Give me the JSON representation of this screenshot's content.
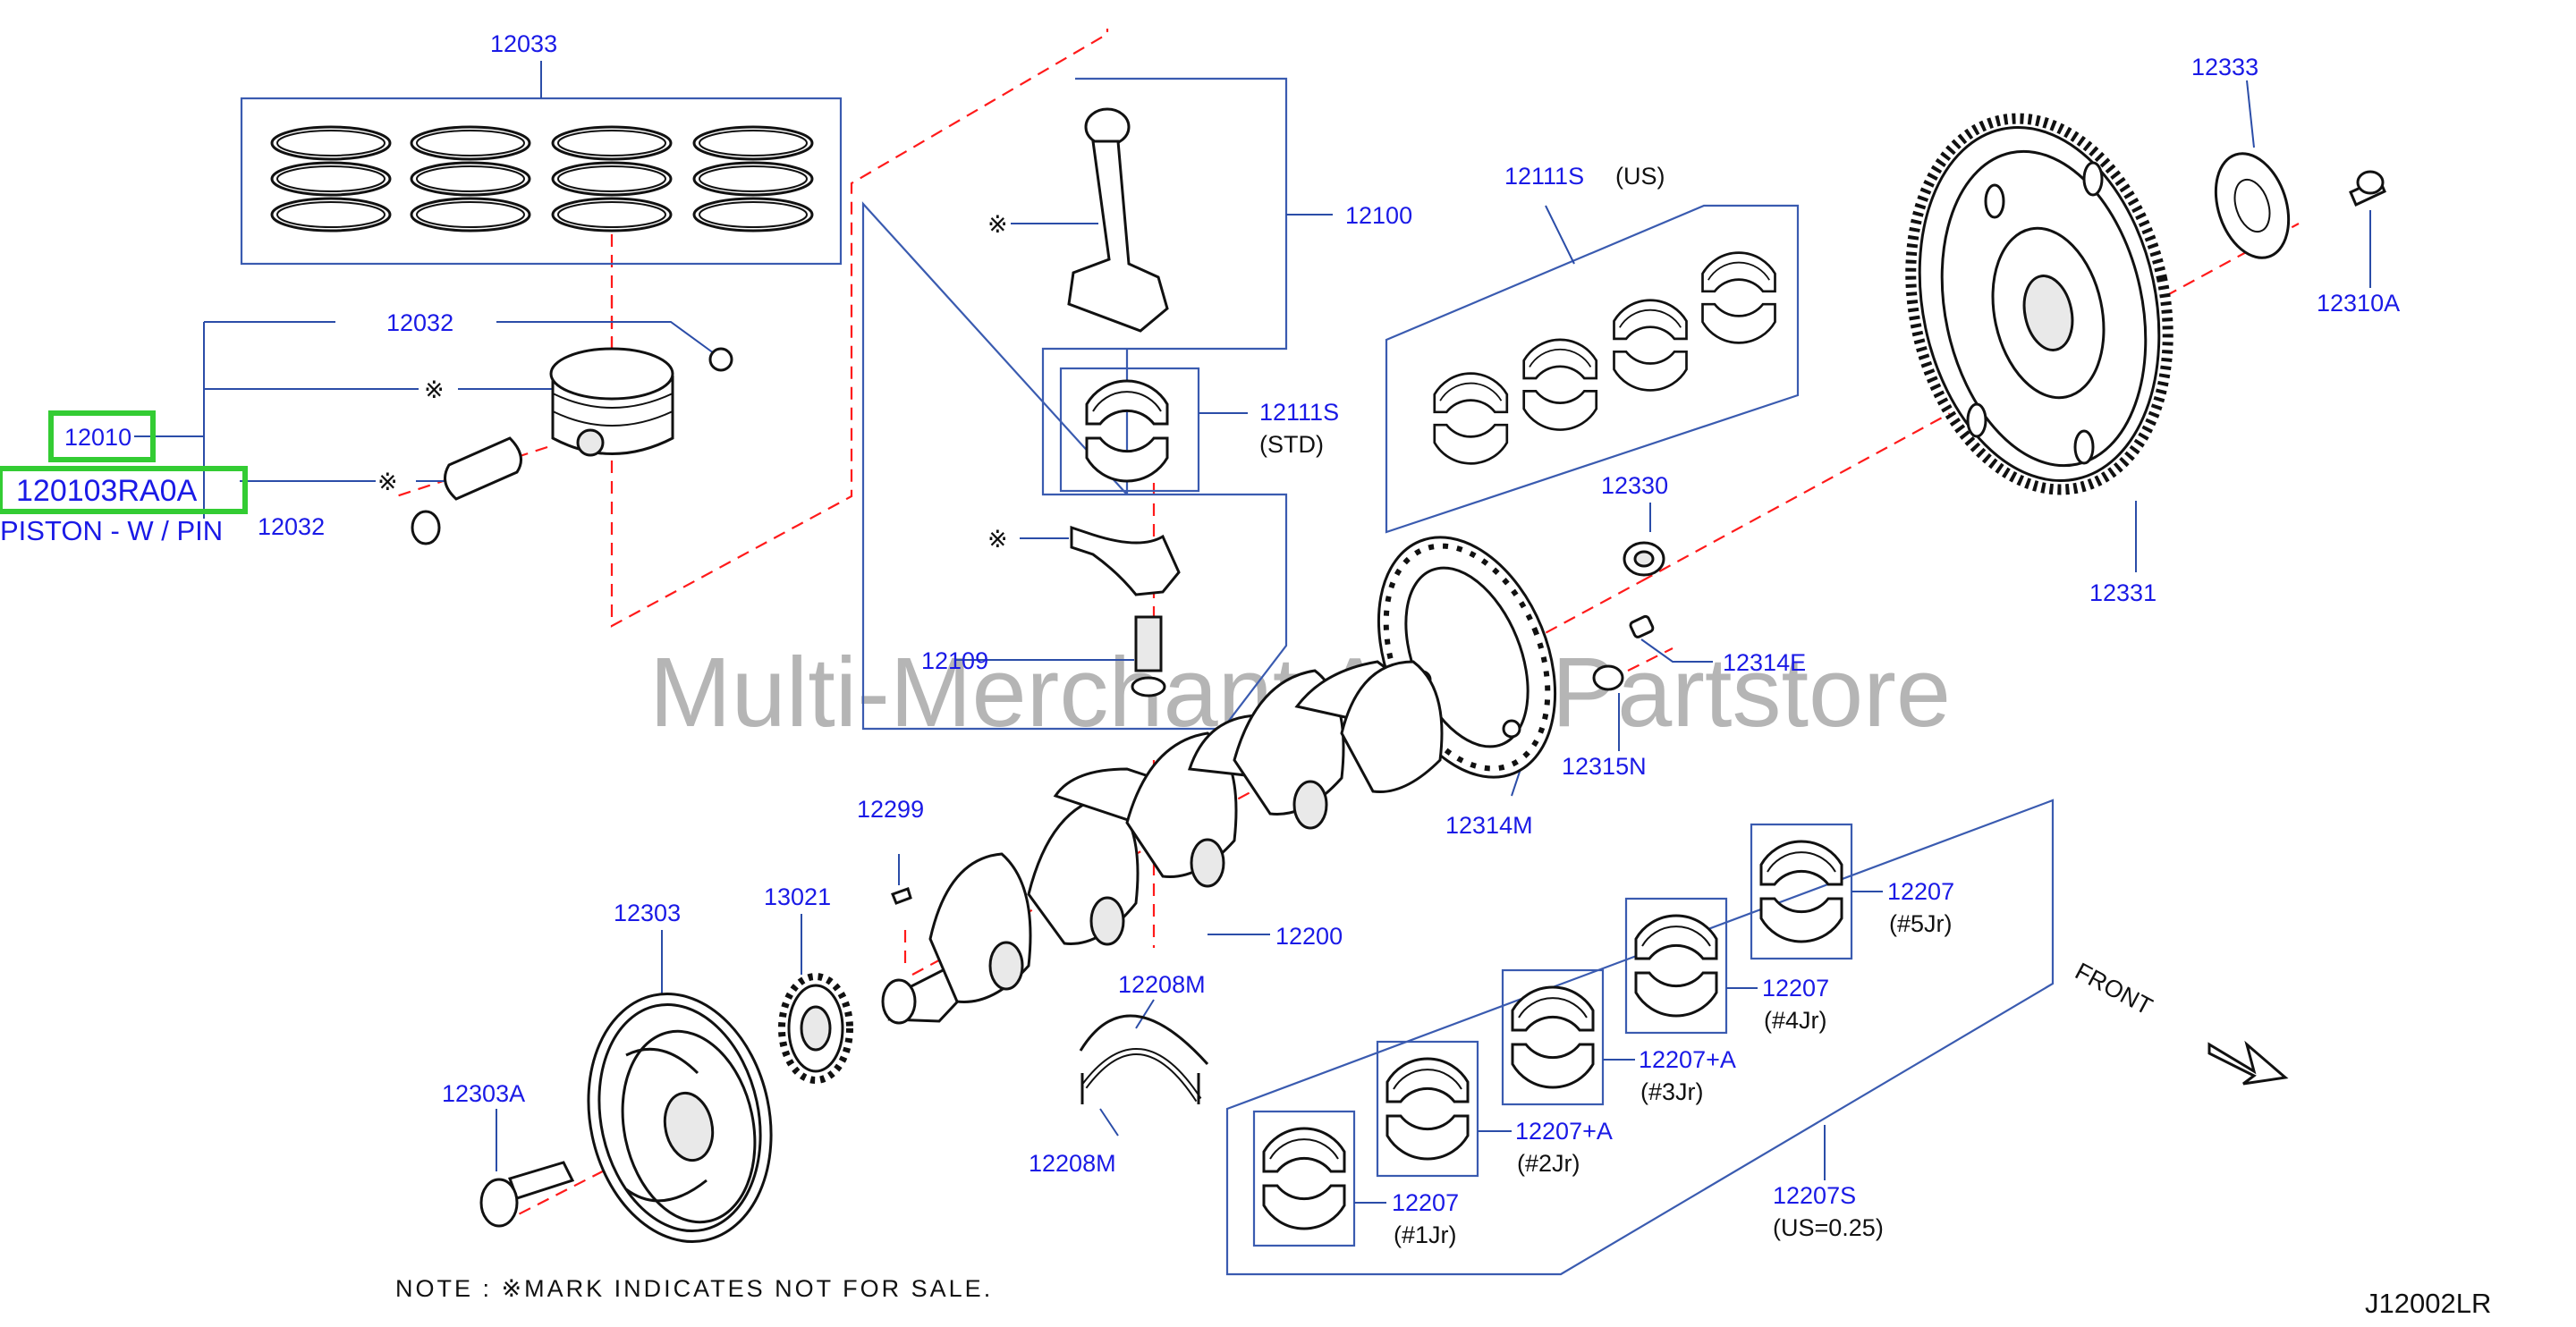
{
  "callouts": {
    "c12033": "12033",
    "c12032a": "12032",
    "c12010": "12010",
    "c120103RA0A": "120103RA0A",
    "piston_desc": "PISTON - W / PIN",
    "c12032b": "12032",
    "c12100": "12100",
    "c12111S_std": "12111S",
    "std_text": "(STD)",
    "c12109": "12109",
    "c12111S_us": "12111S",
    "us_text": "(US)",
    "c12330": "12330",
    "c12314E": "12314E",
    "c12315N": "12315N",
    "c12314M": "12314M",
    "c12333": "12333",
    "c12310A": "12310A",
    "c12331": "12331",
    "c12299": "12299",
    "c12303": "12303",
    "c13021": "13021",
    "c12200": "12200",
    "c12208M_top": "12208M",
    "c12208M_bot": "12208M",
    "c12303A": "12303A",
    "c12207_5": "12207",
    "j5": "(#5Jr)",
    "c12207_4": "12207",
    "j4": "(#4Jr)",
    "c12207A_3": "12207+A",
    "j3": "(#3Jr)",
    "c12207A_2": "12207+A",
    "j2": "(#2Jr)",
    "c12207_1": "12207",
    "j1": "(#1Jr)",
    "c12207S": "12207S",
    "us025": "(US=0.25)"
  },
  "marks": {
    "m1": "※",
    "m2": "※",
    "m3": "※",
    "m4": "※"
  },
  "note": "NOTE : ※MARK INDICATES NOT FOR SALE.",
  "front": "FRONT",
  "diagram_code": "J12002LR",
  "watermark": "Multi-Merchant Auto Partstore",
  "colors": {
    "callout_text": "#1a1ae6",
    "frame_line": "#3a5bb0",
    "center_line": "#ff1a1a",
    "highlight": "#33cc33"
  }
}
